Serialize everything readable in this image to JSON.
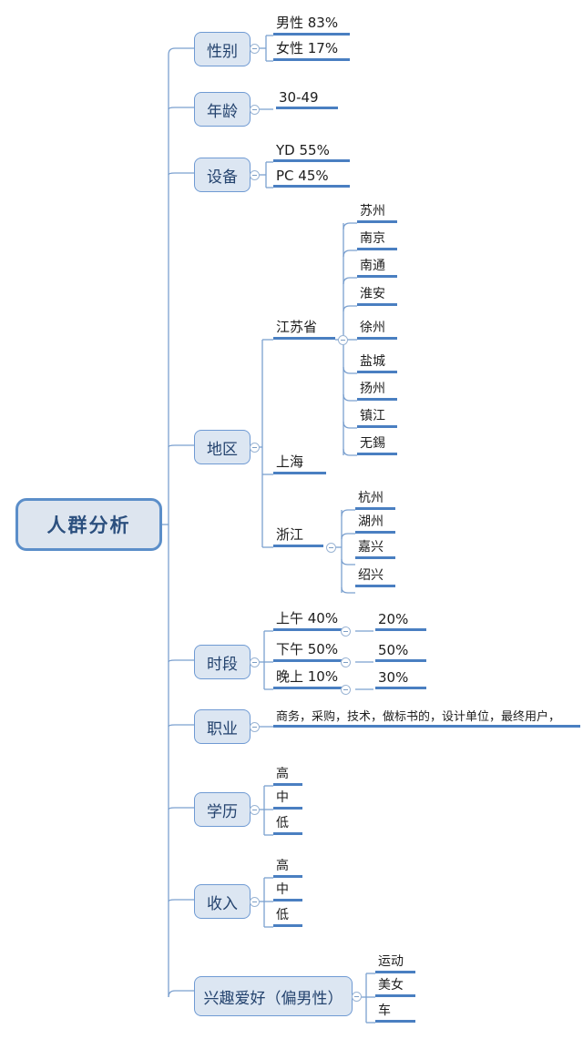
{
  "diagram": {
    "type": "mind-map",
    "title": "人群分析",
    "colors": {
      "root_fill": "#dde5ef",
      "root_border": "#5b8ec9",
      "node_fill": "#dce6f2",
      "node_border": "#6f9ad3",
      "leaf_underline": "#4a7fc1",
      "wire": "#7ba0cf",
      "background": "#ffffff"
    },
    "root": {
      "label": "人群分析"
    },
    "branches": [
      {
        "id": "gender",
        "label": "性别",
        "toggle": "collapse-toggle",
        "leaves": [
          {
            "label": "男性 83%"
          },
          {
            "label": "女性 17%"
          }
        ]
      },
      {
        "id": "age",
        "label": "年龄",
        "toggle": "collapse-toggle",
        "leaves": [
          {
            "label": "30-49"
          }
        ]
      },
      {
        "id": "device",
        "label": "设备",
        "toggle": "collapse-toggle",
        "leaves": [
          {
            "label": "YD 55%"
          },
          {
            "label": "PC 45%"
          }
        ]
      },
      {
        "id": "region",
        "label": "地区",
        "toggle": "collapse-toggle",
        "groups": [
          {
            "label": "江苏省",
            "toggle": "collapse-toggle",
            "leaves": [
              {
                "label": "苏州"
              },
              {
                "label": "南京"
              },
              {
                "label": "南通"
              },
              {
                "label": "淮安"
              },
              {
                "label": "徐州"
              },
              {
                "label": "盐城"
              },
              {
                "label": "扬州"
              },
              {
                "label": "镇江"
              },
              {
                "label": "无錫"
              }
            ]
          },
          {
            "label": "上海",
            "toggle": null,
            "leaves": []
          },
          {
            "label": "浙江",
            "toggle": "collapse-toggle",
            "leaves": [
              {
                "label": "杭州"
              },
              {
                "label": "湖州"
              },
              {
                "label": "嘉兴"
              },
              {
                "label": "绍兴"
              }
            ]
          }
        ]
      },
      {
        "id": "timeslot",
        "label": "时段",
        "toggle": "collapse-toggle",
        "groups": [
          {
            "label": "上午 40%",
            "toggle": "collapse-toggle",
            "leaves": [
              {
                "label": "20%"
              }
            ]
          },
          {
            "label": "下午 50%",
            "toggle": "collapse-toggle",
            "leaves": [
              {
                "label": "50%"
              }
            ]
          },
          {
            "label": "晚上 10%",
            "toggle": "collapse-toggle",
            "leaves": [
              {
                "label": "30%"
              }
            ]
          }
        ]
      },
      {
        "id": "occupation",
        "label": "职业",
        "toggle": "collapse-toggle",
        "leaves": [
          {
            "label": "商务，采购，技术，做标书的，设计单位，最终用户，"
          }
        ]
      },
      {
        "id": "education",
        "label": "学历",
        "toggle": "collapse-toggle",
        "leaves": [
          {
            "label": "高"
          },
          {
            "label": "中"
          },
          {
            "label": "低"
          }
        ]
      },
      {
        "id": "income",
        "label": "收入",
        "toggle": "collapse-toggle",
        "leaves": [
          {
            "label": "高"
          },
          {
            "label": "中"
          },
          {
            "label": "低"
          }
        ]
      },
      {
        "id": "interests",
        "label": "兴趣爱好（偏男性）",
        "toggle": "collapse-toggle",
        "leaves": [
          {
            "label": "运动"
          },
          {
            "label": "美女"
          },
          {
            "label": "车"
          }
        ]
      }
    ]
  }
}
